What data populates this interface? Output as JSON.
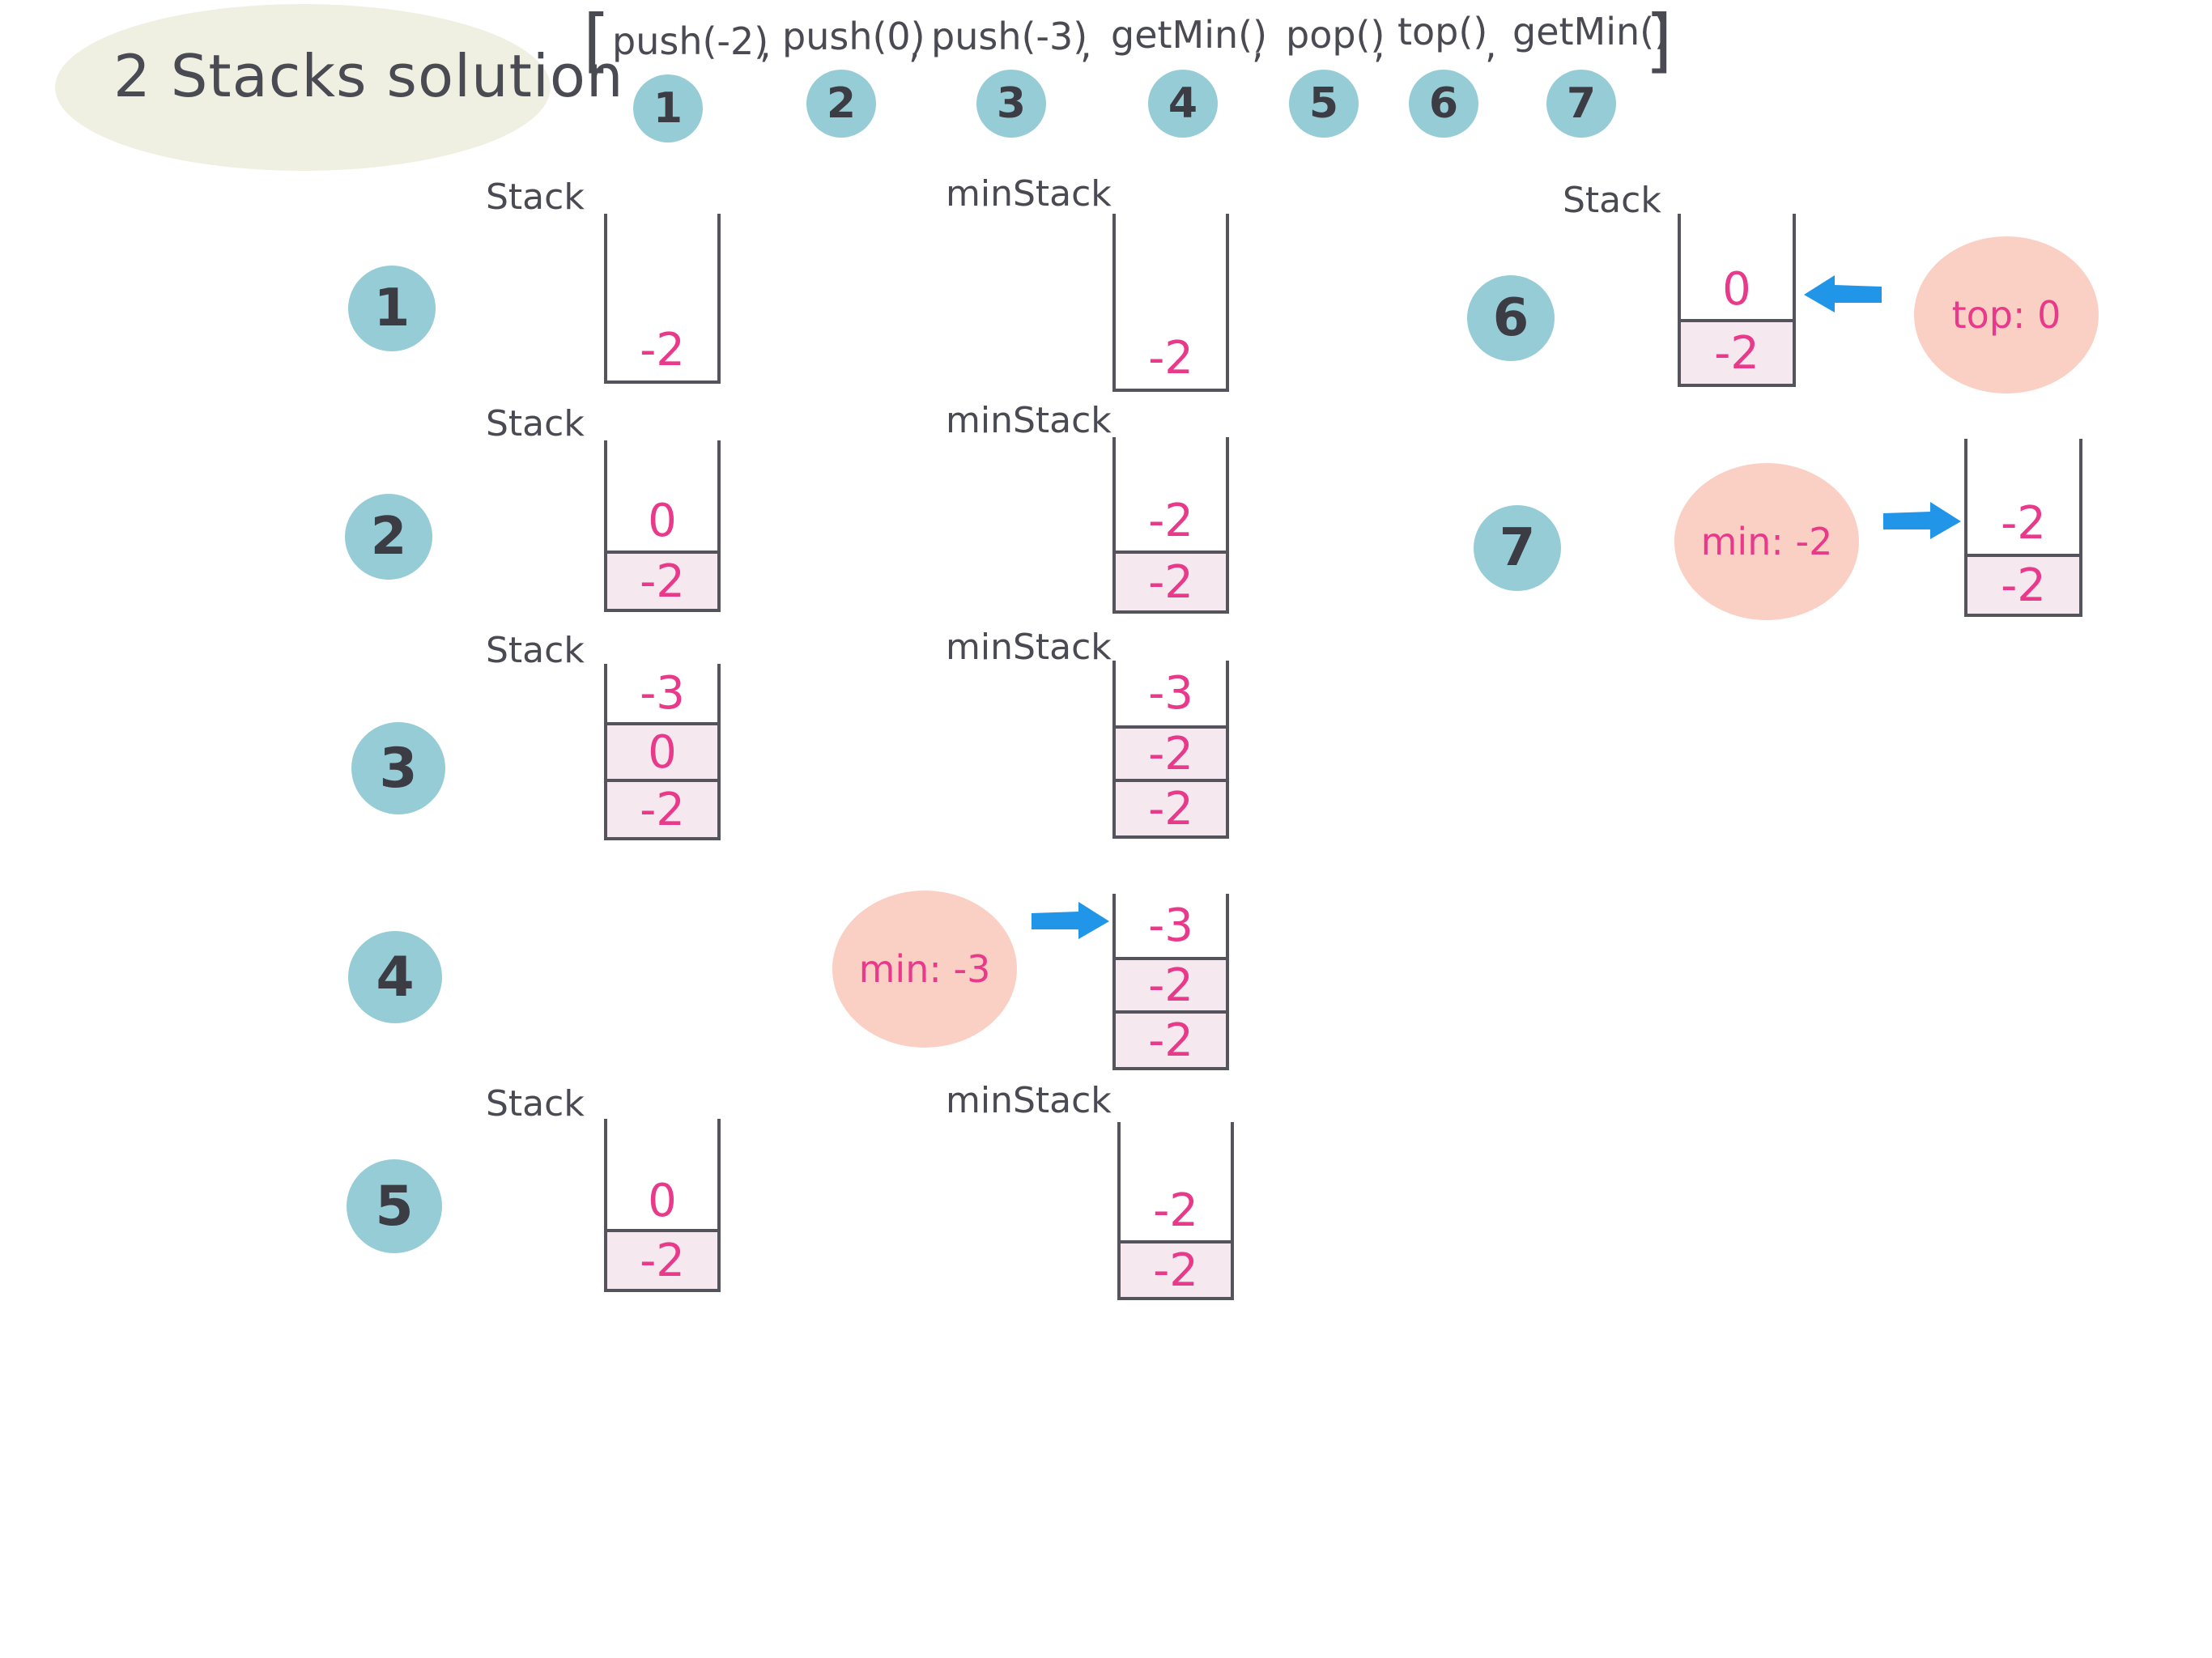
{
  "title": "2 Stacks solution",
  "ops": [
    {
      "label": "push(-2)",
      "step": "1"
    },
    {
      "label": "push(0)",
      "step": "2"
    },
    {
      "label": "push(-3)",
      "step": "3"
    },
    {
      "label": "getMin()",
      "step": "4"
    },
    {
      "label": "pop()",
      "step": "5"
    },
    {
      "label": "top()",
      "step": "6"
    },
    {
      "label": "getMin()",
      "step": "7"
    }
  ],
  "bracket_open": "[",
  "bracket_close": "]",
  "comma": ",",
  "labels": {
    "stack": "Stack",
    "minstack": "minStack"
  },
  "rows": {
    "r1": {
      "step": "1",
      "stack": [
        "-2"
      ],
      "minstack": [
        "-2"
      ]
    },
    "r2": {
      "step": "2",
      "stack": [
        "0",
        "-2"
      ],
      "minstack": [
        "-2",
        "-2"
      ]
    },
    "r3": {
      "step": "3",
      "stack": [
        "-3",
        "0",
        "-2"
      ],
      "minstack": [
        "-3",
        "-2",
        "-2"
      ]
    },
    "r4": {
      "step": "4",
      "minstack": [
        "-3",
        "-2",
        "-2"
      ],
      "result": "min: -3"
    },
    "r5": {
      "step": "5",
      "stack": [
        "0",
        "-2"
      ],
      "minstack": [
        "-2",
        "-2"
      ]
    },
    "r6": {
      "step": "6",
      "stack": [
        "0",
        "-2"
      ],
      "result": "top: 0"
    },
    "r7": {
      "step": "7",
      "minstack": [
        "-2",
        "-2"
      ],
      "result": "min: -2"
    }
  },
  "colors": {
    "badge": "#96ccd6",
    "value": "#e8398a",
    "bubble": "#fbd0c4",
    "arrow": "#2196e8",
    "title_bubble": "#f0f0e2"
  }
}
